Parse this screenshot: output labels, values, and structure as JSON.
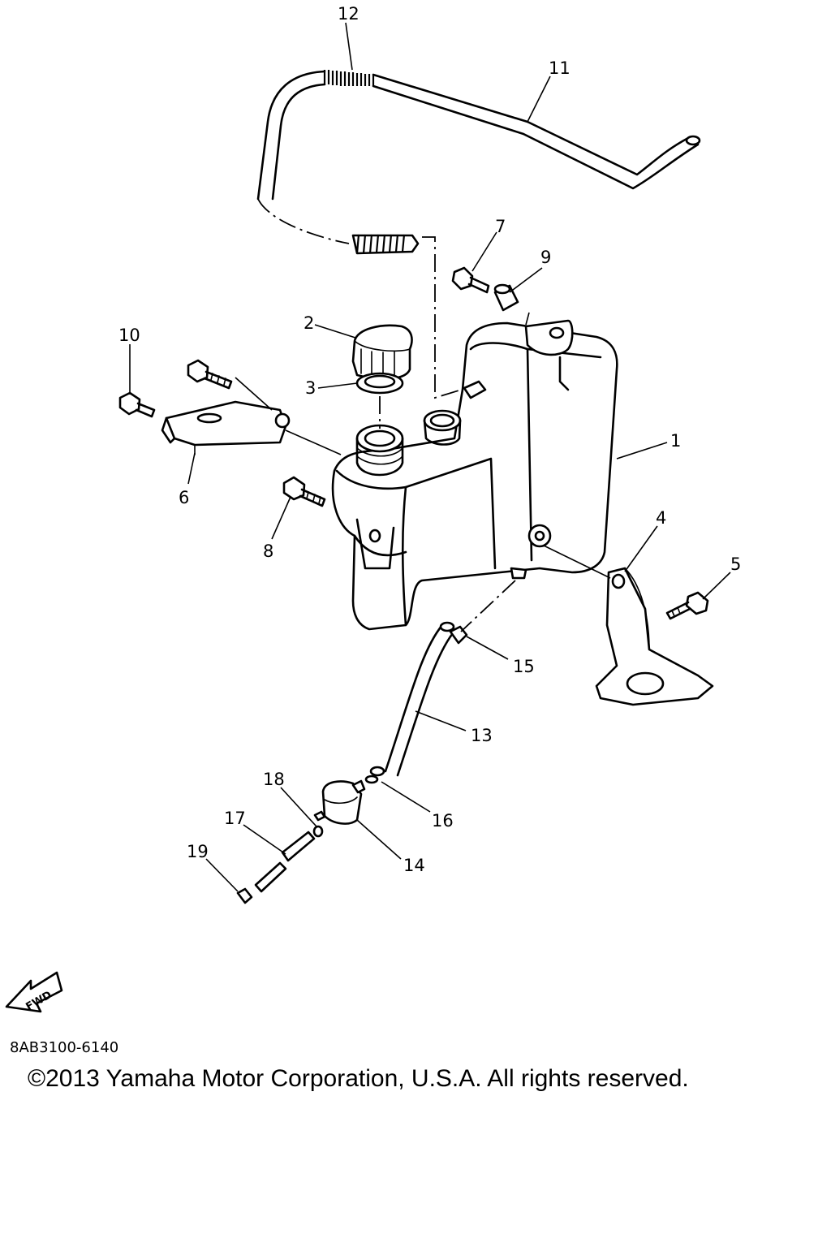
{
  "diagram": {
    "part_numbers": [
      "1",
      "2",
      "3",
      "4",
      "5",
      "6",
      "7",
      "8",
      "9",
      "10",
      "11",
      "12",
      "13",
      "14",
      "15",
      "16",
      "17",
      "18",
      "19"
    ],
    "fwd_label": "FWD"
  },
  "footer": {
    "doc_id": "8AB3100-6140",
    "copyright": "©2013 Yamaha Motor Corporation, U.S.A. All rights reserved."
  }
}
